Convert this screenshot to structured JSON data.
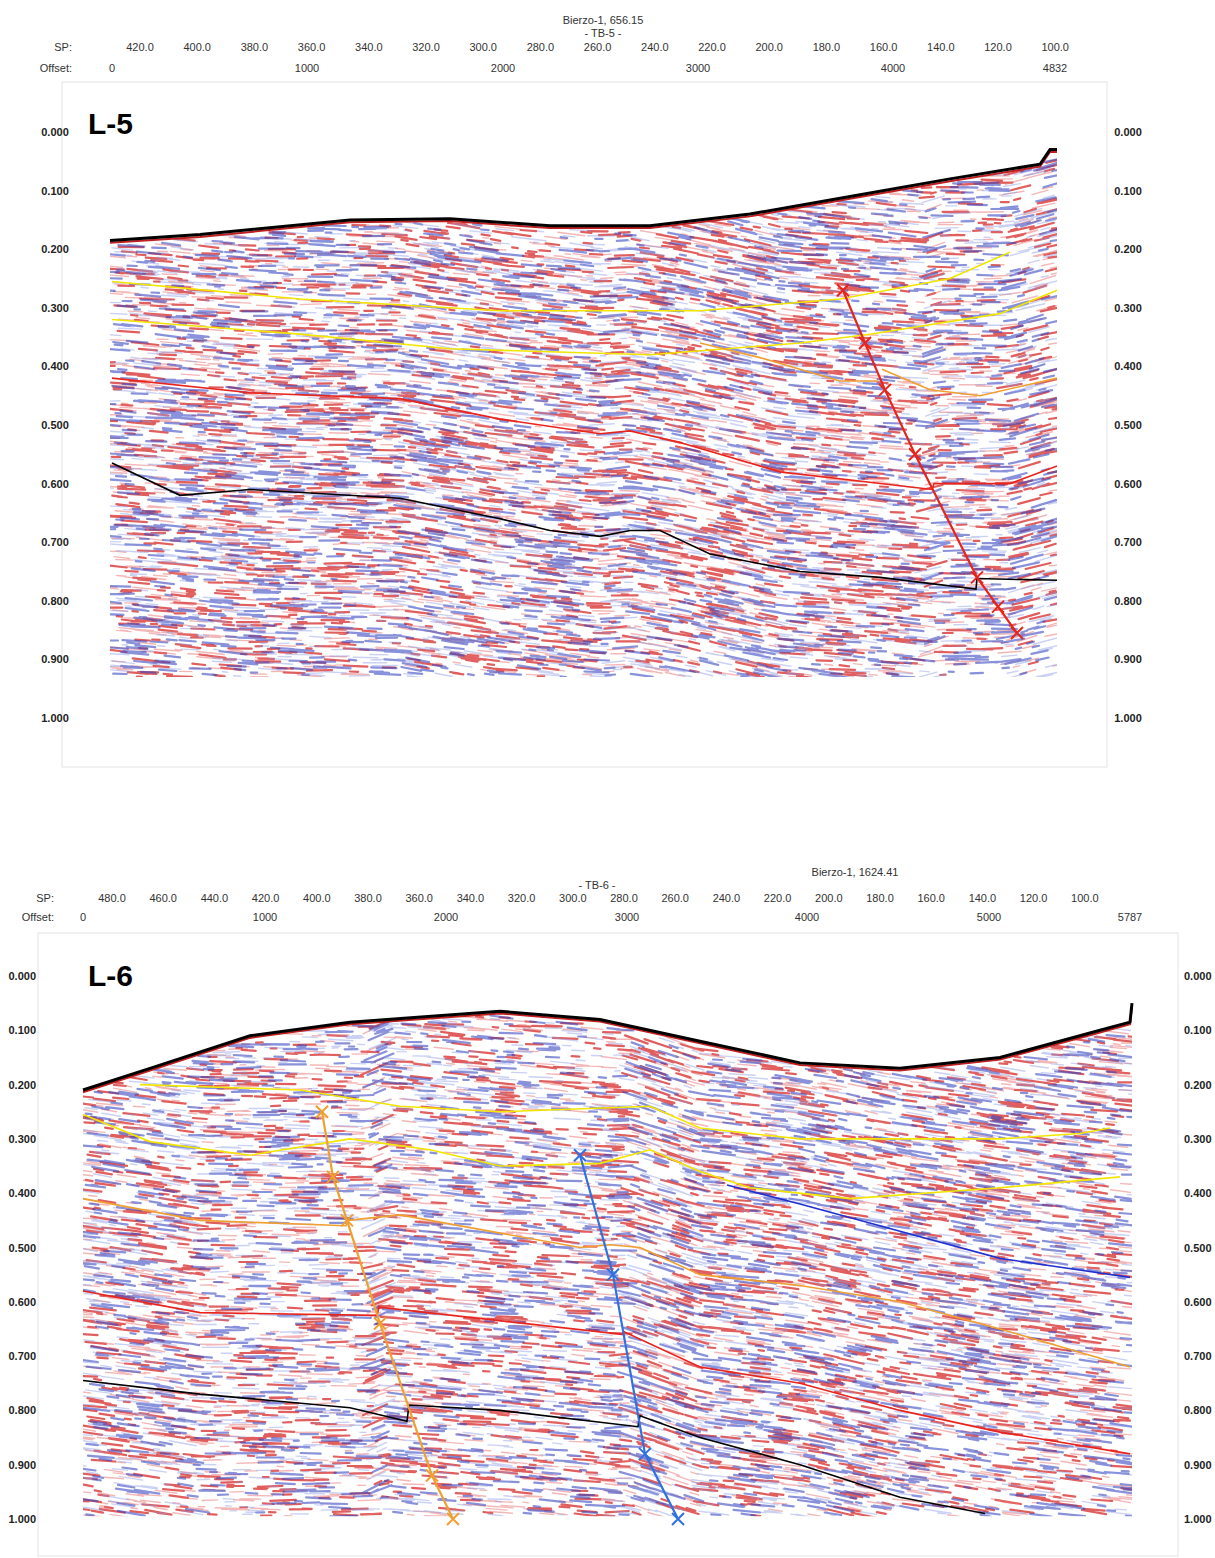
{
  "diagram": {
    "labels": [
      "Bierzo-1, 656.15",
      "- TB-5 -",
      "SP:",
      "420.0",
      "400.0",
      "380.0",
      "360.0",
      "340.0",
      "320.0",
      "300.0",
      "280.0",
      "260.0",
      "240.0",
      "220.0",
      "200.0",
      "180.0",
      "160.0",
      "140.0",
      "120.0",
      "100.0",
      "Offset:",
      "0",
      "1000",
      "2000",
      "3000",
      "4000",
      "4832",
      "L-5",
      "0.000",
      "0.100",
      "0.200",
      "0.300",
      "0.400",
      "0.500",
      "0.600",
      "0.700",
      "0.800",
      "0.900",
      "1.000",
      "0.000",
      "0.100",
      "0.200",
      "0.300",
      "0.400",
      "0.500",
      "0.600",
      "0.700",
      "0.800",
      "0.900",
      "1.000",
      "Bierzo-1, 1624.41",
      "- TB-6 -",
      "SP:",
      "480.0",
      "460.0",
      "440.0",
      "420.0",
      "400.0",
      "380.0",
      "360.0",
      "340.0",
      "320.0",
      "300.0",
      "280.0",
      "260.0",
      "240.0",
      "220.0",
      "200.0",
      "180.0",
      "160.0",
      "140.0",
      "120.0",
      "100.0",
      "Offset:",
      "0",
      "1000",
      "2000",
      "3000",
      "4000",
      "5000",
      "5787",
      "L-6",
      "0.000",
      "0.100",
      "0.200",
      "0.300",
      "0.400",
      "0.500",
      "0.600",
      "0.700",
      "0.800",
      "0.900",
      "1.000",
      "0.000",
      "0.100",
      "0.200",
      "0.300",
      "0.400",
      "0.500",
      "0.600",
      "0.700",
      "0.800",
      "0.900",
      "1.000"
    ]
  }
}
